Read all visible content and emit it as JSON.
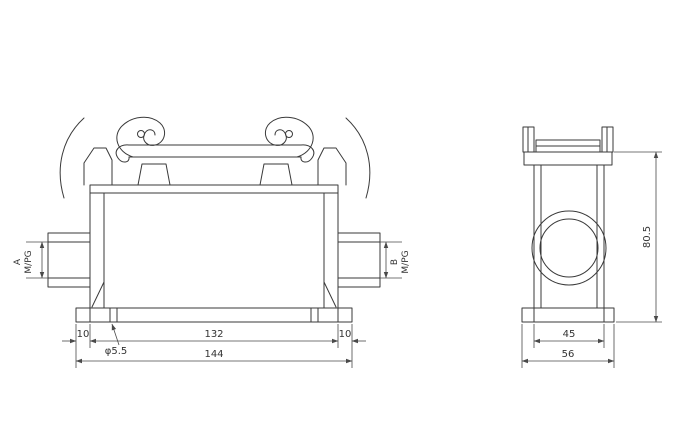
{
  "front_view": {
    "ports": {
      "a_label": "A",
      "a_thread": "M/PG",
      "b_label": "B",
      "b_thread": "M/PG"
    },
    "dims": {
      "overhang_left": "10",
      "inner_width": "132",
      "overhang_right": "10",
      "overall_width": "144",
      "hole_callout": "φ5.5"
    }
  },
  "side_view": {
    "dims": {
      "body_depth": "45",
      "overall_depth": "56",
      "overall_height": "80.5"
    }
  },
  "style": {
    "background": "#ffffff",
    "outline_color": "#3a3a3a",
    "dimension_color": "#4a4a4a"
  }
}
